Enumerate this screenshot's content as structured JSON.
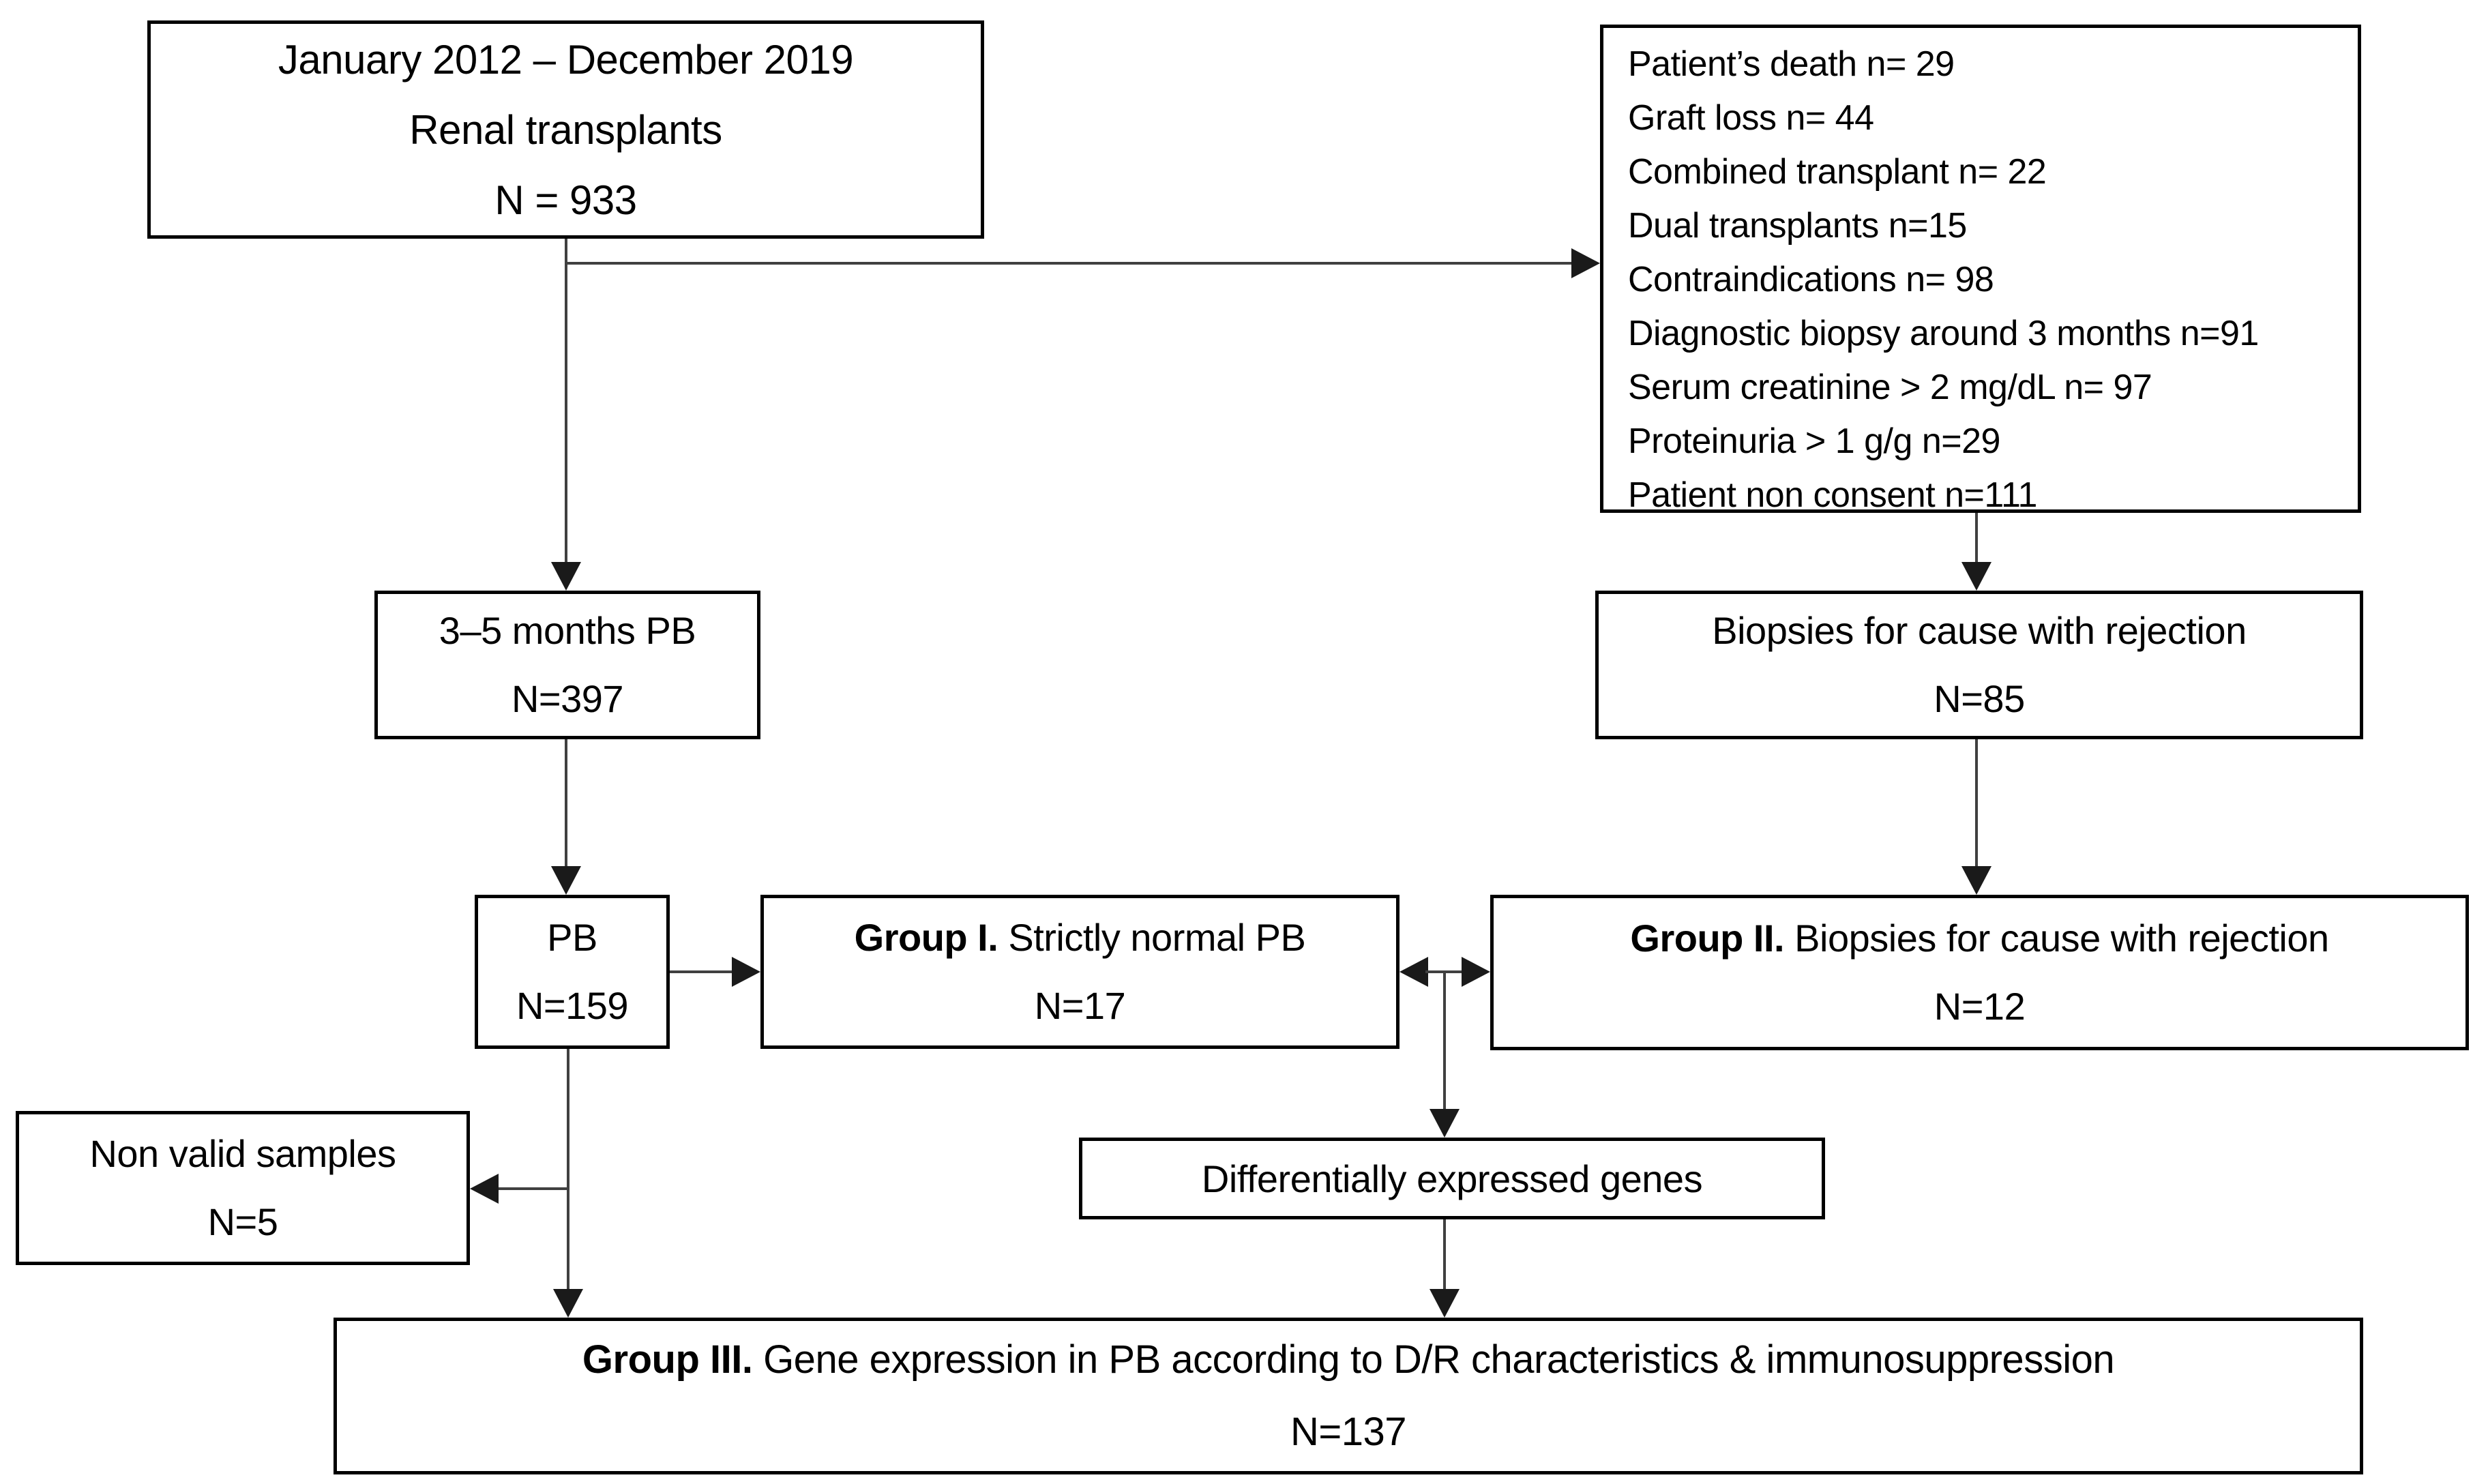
{
  "title": "Renal transplant study patient selection flowchart",
  "colors": {
    "background": "#ffffff",
    "box_border": "#000000",
    "connector_line": "#404040",
    "arrowhead": "#1a1a1a",
    "text": "#000000"
  },
  "boxes": {
    "renal": {
      "lines": [
        "January 2012 – December 2019",
        "Renal transplants",
        "N = 933"
      ]
    },
    "exclusions": {
      "items": [
        "Patient’s death n= 29",
        "Graft loss n= 44",
        "Combined transplant n= 22",
        "Dual transplants n=15",
        "Contraindications n= 98",
        "Diagnostic biopsy around 3 months n=91",
        "Serum creatinine > 2 mg/dL n= 97",
        "Proteinuria > 1 g/g n=29",
        "Patient non consent n=111"
      ]
    },
    "pb35": {
      "lines": [
        "3–5 months PB",
        "N=397"
      ]
    },
    "biopsies85": {
      "lines": [
        "Biopsies for cause with rejection",
        "N=85"
      ]
    },
    "pb159": {
      "lines": [
        "PB",
        "N=159"
      ]
    },
    "group1": {
      "label": "Group I.",
      "text": " Strictly normal PB",
      "n": "N=17"
    },
    "group2": {
      "label": "Group II.",
      "text": " Biopsies for cause with rejection",
      "n": "N=12"
    },
    "nonvalid": {
      "lines": [
        "Non valid samples",
        "N=5"
      ]
    },
    "deg": {
      "text": "Differentially expressed genes"
    },
    "group3": {
      "label": "Group III.",
      "text": " Gene expression in PB according to D/R characteristics & immunosuppression",
      "n": "N=137"
    }
  }
}
